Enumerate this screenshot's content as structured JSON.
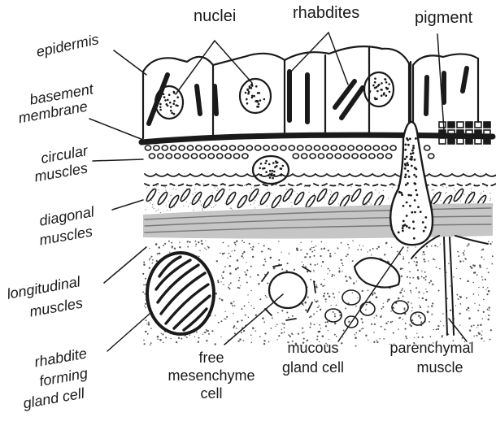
{
  "labels": {
    "epidermis": "epidermis",
    "basement_line1": "basement",
    "basement_line2": "membrane",
    "circular_line1": "circular",
    "circular_line2": "muscles",
    "diagonal_line1": "diagonal",
    "diagonal_line2": "muscles",
    "longitudinal_line1": "longitudinal",
    "longitudinal_line2": "muscles",
    "rhabdite_gland_line1": "rhabdite",
    "rhabdite_gland_line2": "forming",
    "rhabdite_gland_line3": "gland cell",
    "nuclei": "nuclei",
    "rhabdites": "rhabdites",
    "pigment": "pigment",
    "free_mes_line1": "free",
    "free_mes_line2": "mesenchyme",
    "free_mes_line3": "cell",
    "mucous_line1": "mucous",
    "mucous_line2": "gland cell",
    "parenchymal_line1": "parenchymal",
    "parenchymal_line2": "muscle"
  },
  "colors": {
    "ink": "#1a1a1a",
    "band": "#b8b8b8",
    "paper": "#ffffff"
  }
}
